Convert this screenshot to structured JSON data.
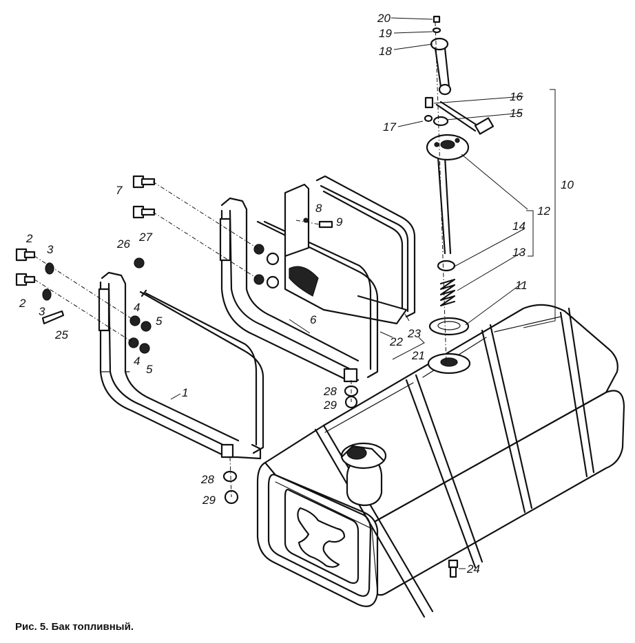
{
  "caption": "Рис. 5. Бак топливный.",
  "labels": [
    "1",
    "2",
    "3",
    "4",
    "5",
    "6",
    "7",
    "8",
    "9",
    "10",
    "11",
    "12",
    "13",
    "14",
    "15",
    "16",
    "17",
    "18",
    "19",
    "20",
    "21",
    "22",
    "23",
    "24",
    "25",
    "26",
    "27",
    "28",
    "29"
  ]
}
